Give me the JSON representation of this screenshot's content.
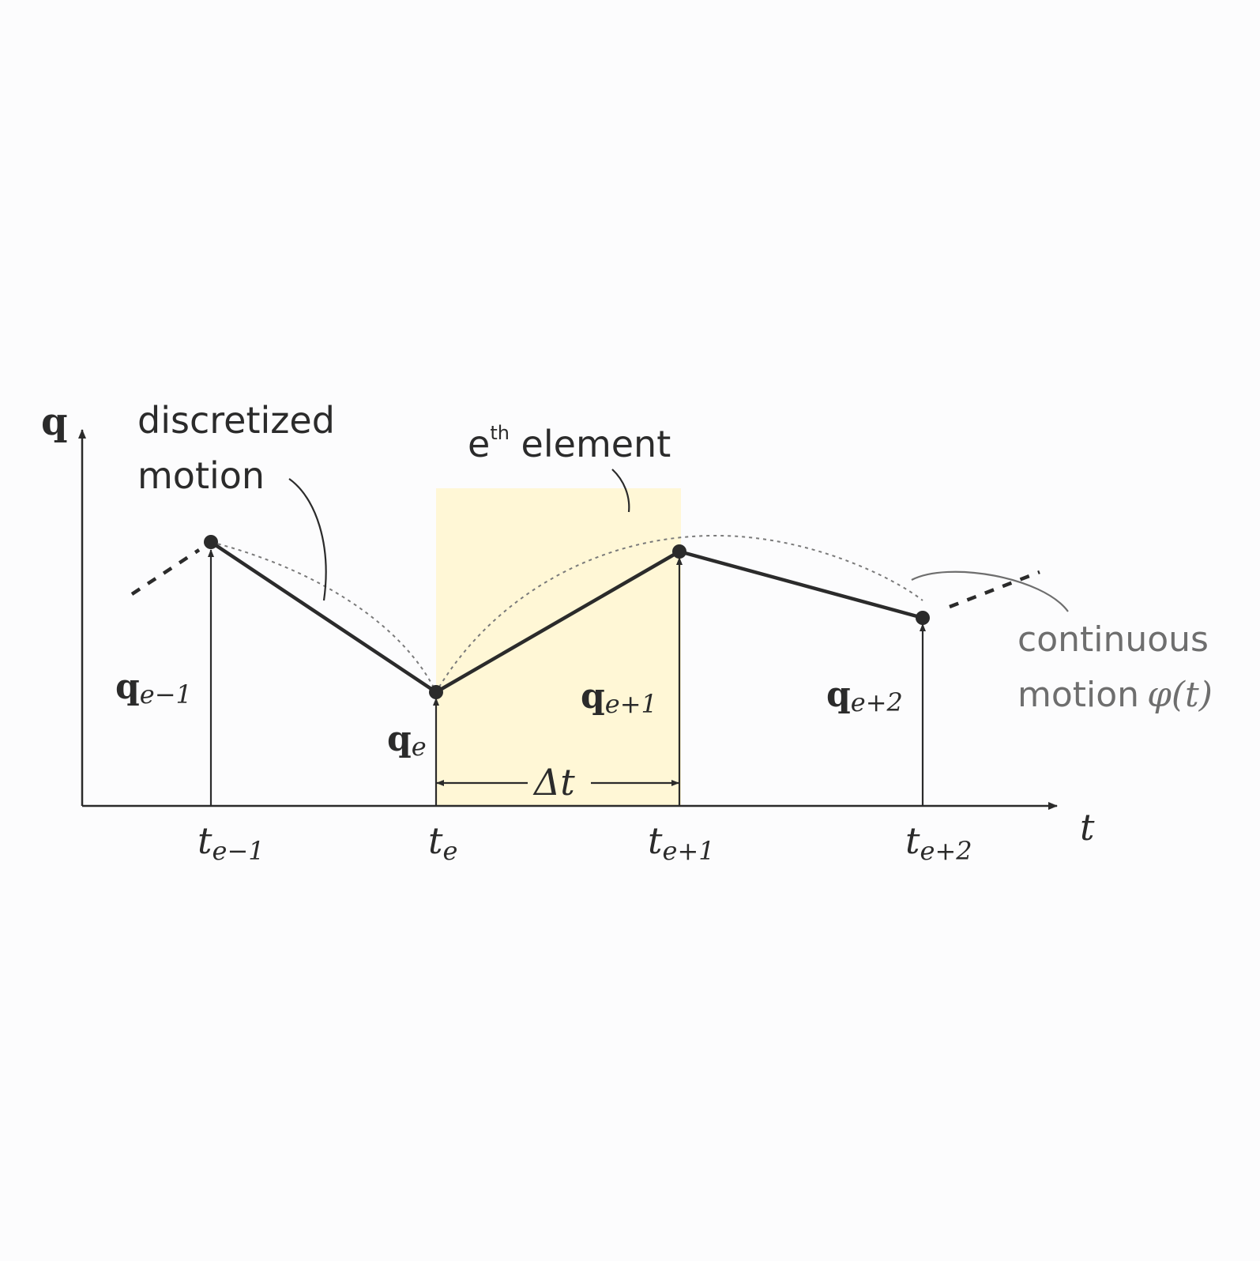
{
  "axes": {
    "y_label": "q",
    "x_label": "t"
  },
  "annotations": {
    "discretized_line1": "discretized",
    "discretized_line2": "motion",
    "element_base": "e",
    "element_sup": "th",
    "element_word": " element",
    "continuous_line1": "continuous",
    "continuous_line2": "motion",
    "continuous_func": "φ(t)",
    "delta": "Δt"
  },
  "nodes": [
    {
      "q_base": "q",
      "q_sub": "e−1",
      "t_base": "t",
      "t_sub": "e−1"
    },
    {
      "q_base": "q",
      "q_sub": "e",
      "t_base": "t",
      "t_sub": "e"
    },
    {
      "q_base": "q",
      "q_sub": "e+1",
      "t_base": "t",
      "t_sub": "e+1"
    },
    {
      "q_base": "q",
      "q_sub": "e+2",
      "t_base": "t",
      "t_sub": "e+2"
    }
  ],
  "colors": {
    "ink": "#2b2b2b",
    "grey": "#6e6e6e",
    "element_fill": "#fff7d6",
    "background": "#fcfcfd"
  }
}
